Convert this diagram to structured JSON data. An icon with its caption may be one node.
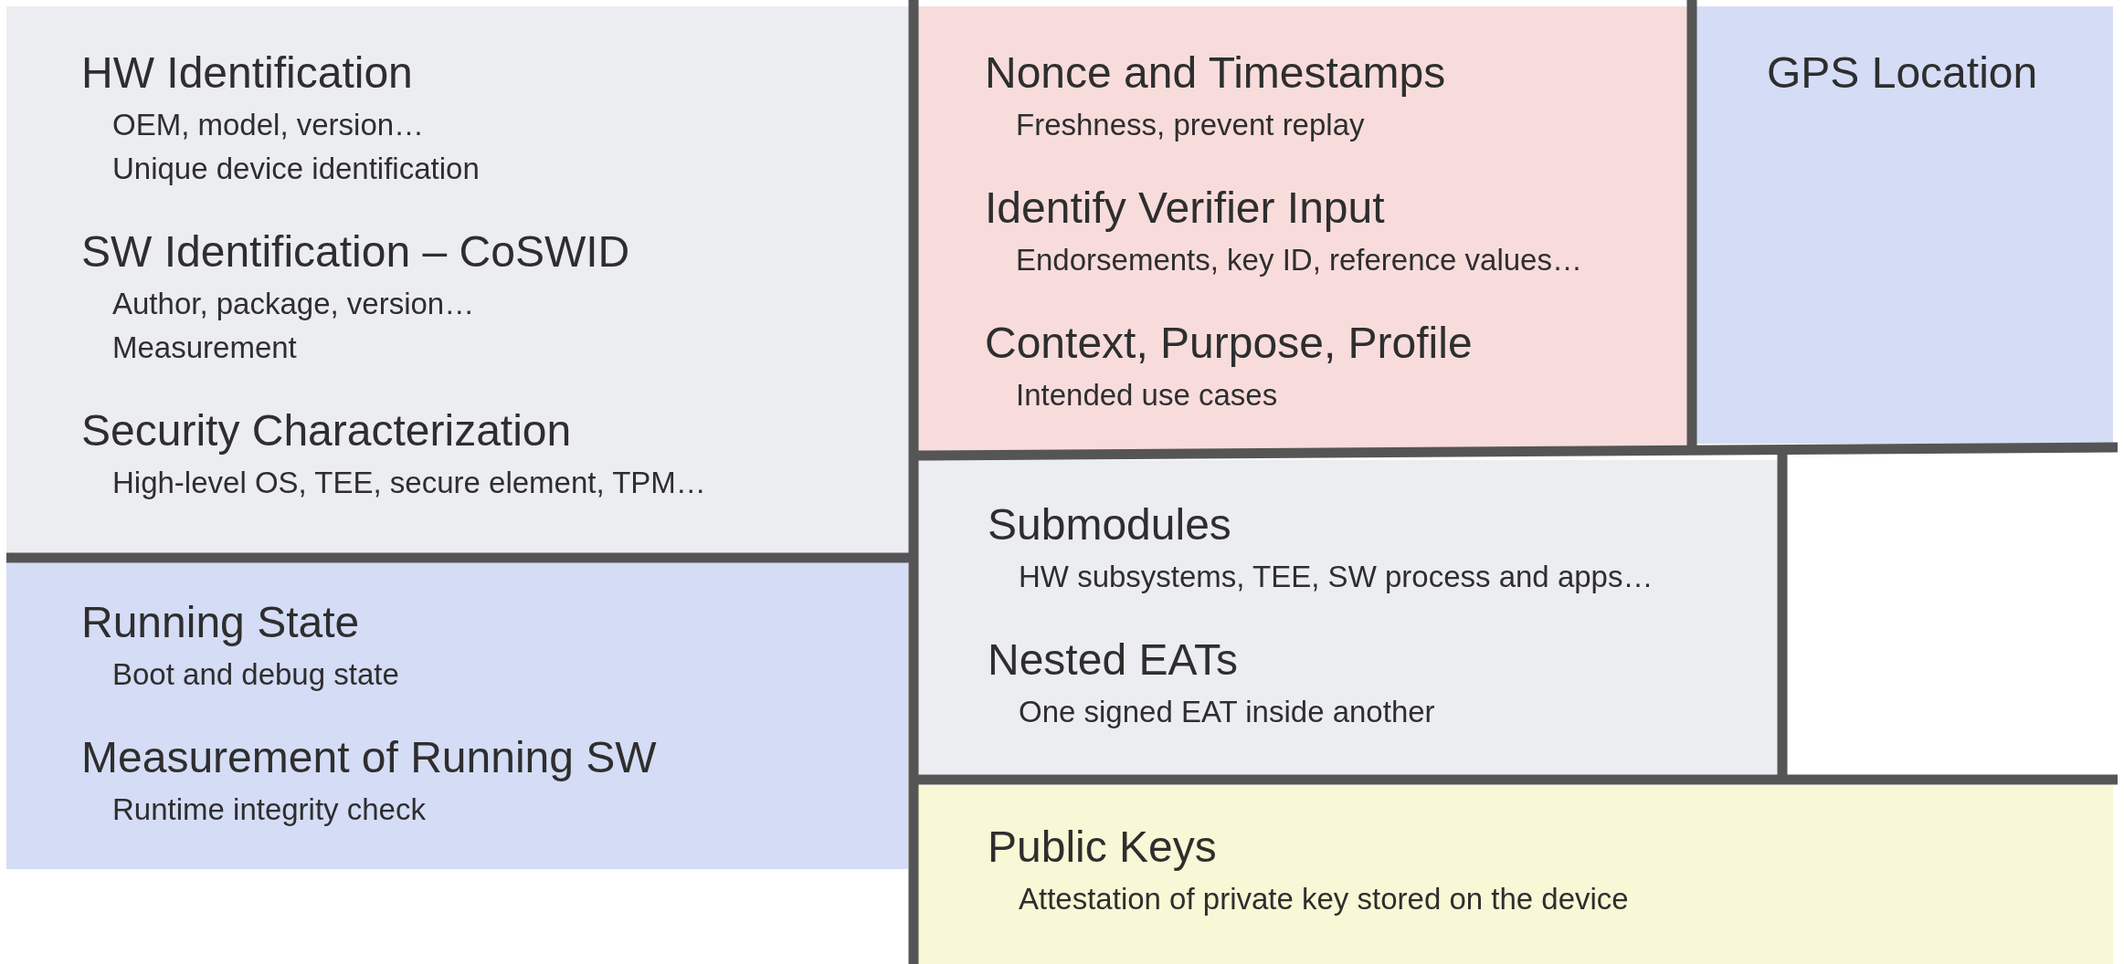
{
  "diagram": {
    "nodes": [
      {
        "text": [
          "HW Identification",
          "OEM, model, version…",
          "Unique device identification",
          "SW Identification – CoSWID",
          "Author, package, version…",
          "Measurement",
          "Security Characterization",
          "High-level OS, TEE, secure element, TPM…"
        ]
      },
      {
        "text": [
          "Running State",
          "Boot and debug state",
          "Measurement of Running SW",
          "Runtime integrity check"
        ]
      },
      {
        "text": [
          "Nonce and Timestamps",
          "Freshness, prevent replay",
          "Identify Verifier Input",
          "Endorsements, key ID, reference values…",
          "Context, Purpose, Profile",
          "Intended use cases"
        ]
      },
      {
        "text": [
          "GPS Location"
        ]
      },
      {
        "text": [
          "Submodules",
          "HW subsystems, TEE, SW process and apps…",
          "Nested EATs",
          "One signed EAT inside another"
        ]
      },
      {
        "text": [
          "Public Keys",
          "Attestation of private key stored on the device"
        ]
      }
    ],
    "edges": []
  }
}
